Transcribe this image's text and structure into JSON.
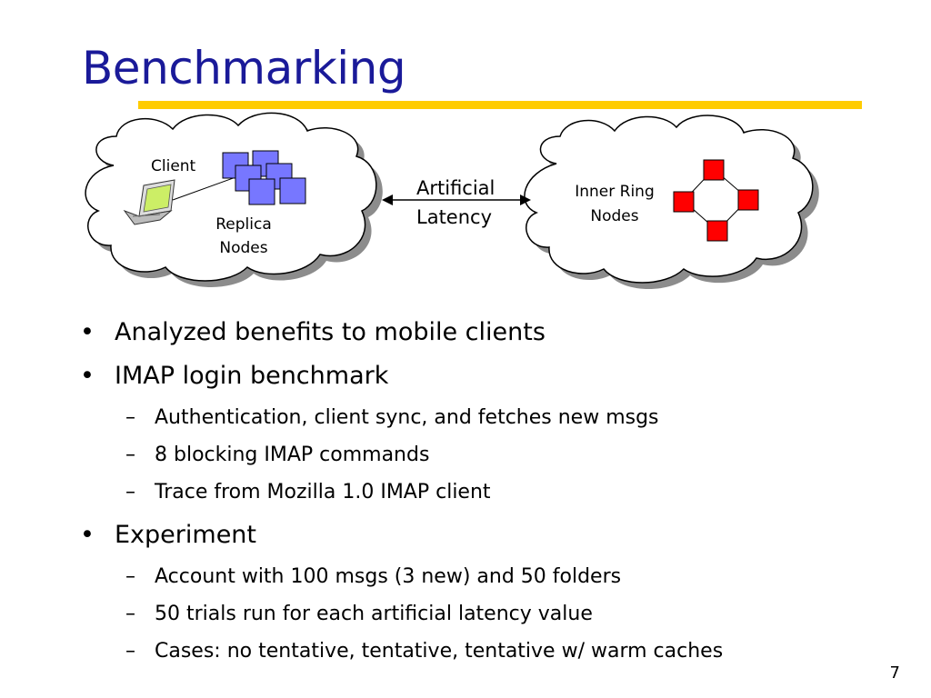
{
  "slide": {
    "title": "Benchmarking",
    "page_number": "7",
    "colors": {
      "title": "#1a1a99",
      "rule": "#ffcc00",
      "replica_node": "#7777ff",
      "inner_ring_node": "#ff0000"
    }
  },
  "diagram": {
    "left_cloud": {
      "client_label": "Client",
      "replica_label_line1": "Replica",
      "replica_label_line2": "Nodes"
    },
    "arrow": {
      "label_line1": "Artificial",
      "label_line2": "Latency"
    },
    "right_cloud": {
      "label_line1": "Inner Ring",
      "label_line2": "Nodes"
    },
    "icons": [
      "laptop-icon",
      "replica-node-icon",
      "inner-ring-node-icon",
      "double-arrow-icon",
      "cloud-icon"
    ]
  },
  "bullets": [
    {
      "text": "Analyzed benefits to mobile clients",
      "sub": []
    },
    {
      "text": "IMAP login benchmark",
      "sub": [
        "Authentication, client sync, and fetches new msgs",
        "8 blocking IMAP commands",
        "Trace from Mozilla 1.0 IMAP client"
      ]
    },
    {
      "text": "Experiment",
      "sub": [
        "Account with 100 msgs (3 new) and 50 folders",
        "50 trials run for each artificial latency value",
        "Cases: no tentative, tentative, tentative w/ warm caches"
      ]
    }
  ],
  "markers": {
    "bullet": "•",
    "dash": "–"
  }
}
